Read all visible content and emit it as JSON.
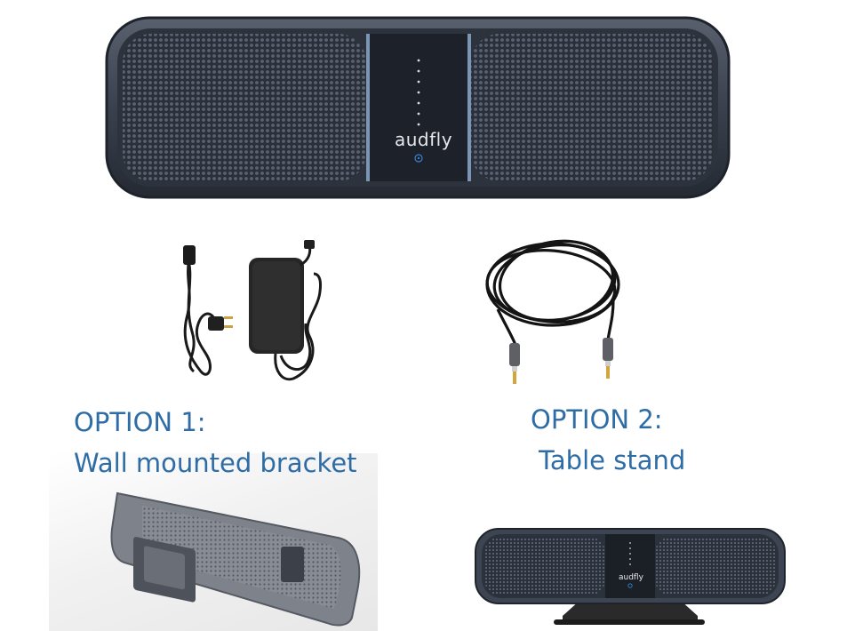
{
  "product": {
    "brand": "audfly",
    "led_count": 7,
    "colors": {
      "body": "#3b4250",
      "center_panel": "#1d2129",
      "grille": "#4a5160",
      "accent_label": "#2e6ca6"
    }
  },
  "accessories": {
    "power_adapter_icon": "power-adapter-with-cable",
    "audio_cable_icon": "3.5mm-aux-cable"
  },
  "options": [
    {
      "title": "OPTION 1:",
      "name": "Wall mounted bracket"
    },
    {
      "title": "OPTION 2:",
      "name": "Table stand"
    }
  ]
}
